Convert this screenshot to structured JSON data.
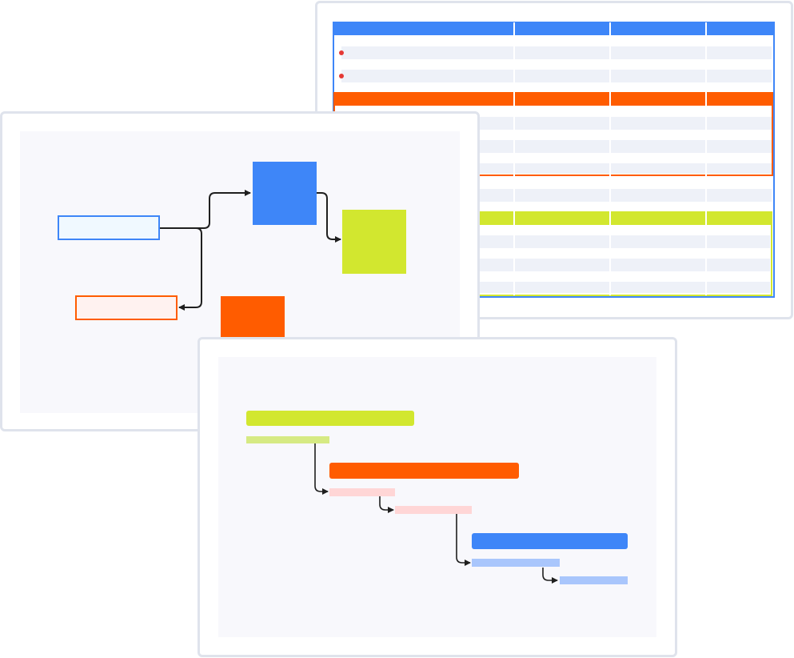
{
  "theme": {
    "blue": "#3e86f8",
    "orange": "#ff5c00",
    "lime": "#d2e72f",
    "light_lime": "#d6ea83",
    "pink": "#ffd6d6",
    "light_blue": "#a9c6fc",
    "row_stripe": "#eef1f8",
    "dot_red": "#e53935",
    "card_border": "#dfe3ec",
    "canvas_bg": "#f8f8fc",
    "connector": "#1f1f1f"
  },
  "table_preview": {
    "header_row_color": "blue",
    "groups": [
      {
        "color": "orange"
      },
      {
        "color": "lime"
      }
    ]
  },
  "flow_diagram": {
    "nodes": [
      {
        "id": "start-node",
        "shape": "outlined-rect",
        "color": "blue"
      },
      {
        "id": "blue-block",
        "shape": "block",
        "color": "blue"
      },
      {
        "id": "lime-block",
        "shape": "block",
        "color": "lime"
      },
      {
        "id": "orange-outline-node",
        "shape": "outlined-rect",
        "color": "orange"
      },
      {
        "id": "orange-block",
        "shape": "block",
        "color": "orange"
      }
    ],
    "edges": [
      {
        "from": "start-node",
        "to": "blue-block"
      },
      {
        "from": "blue-block",
        "to": "lime-block"
      },
      {
        "from": "start-node",
        "to": "orange-outline-node"
      }
    ]
  },
  "gantt_preview": {
    "bars": [
      {
        "id": "lime-summary",
        "color": "lime"
      },
      {
        "id": "lime-task",
        "color": "light_lime"
      },
      {
        "id": "orange-summary",
        "color": "orange"
      },
      {
        "id": "pink-task-1",
        "color": "pink"
      },
      {
        "id": "pink-task-2",
        "color": "pink"
      },
      {
        "id": "blue-summary",
        "color": "blue"
      },
      {
        "id": "blue-task-1",
        "color": "light_blue"
      },
      {
        "id": "blue-task-2",
        "color": "light_blue"
      }
    ],
    "dependencies": [
      {
        "from": "lime-task",
        "to": "pink-task-1"
      },
      {
        "from": "pink-task-1",
        "to": "pink-task-2"
      },
      {
        "from": "pink-task-2",
        "to": "blue-task-1"
      },
      {
        "from": "blue-task-1",
        "to": "blue-task-2"
      }
    ]
  }
}
